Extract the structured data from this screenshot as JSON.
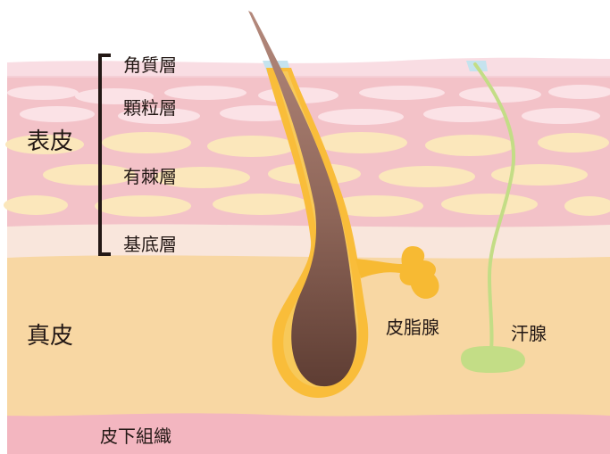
{
  "labels": {
    "epidermis": "表皮",
    "dermis": "真皮",
    "subcutis": "皮下組織",
    "stratum_corneum": "角質層",
    "stratum_granulosum": "顆粒層",
    "stratum_spinosum": "有棘層",
    "stratum_basale": "基底層",
    "sebaceous_gland": "皮脂腺",
    "sweat_gland": "汗腺"
  },
  "colors": {
    "corneum": "#f9dde3",
    "granulosum": "#f5c9cf",
    "spinosum": "#f3c2c8",
    "cell": "#fbe7bb",
    "basal": "#f9e6dc",
    "dermis": "#f8d7a3",
    "subcutis": "#f3b6c0",
    "hair_sheath": "#f9bd3a",
    "hair_dark": "#6b463a",
    "hair_light": "#b4897c",
    "sebaceous": "#f7ba33",
    "sweat_gland": "#c3dd86",
    "pore": "#c5e3ee",
    "text": "#231815"
  }
}
